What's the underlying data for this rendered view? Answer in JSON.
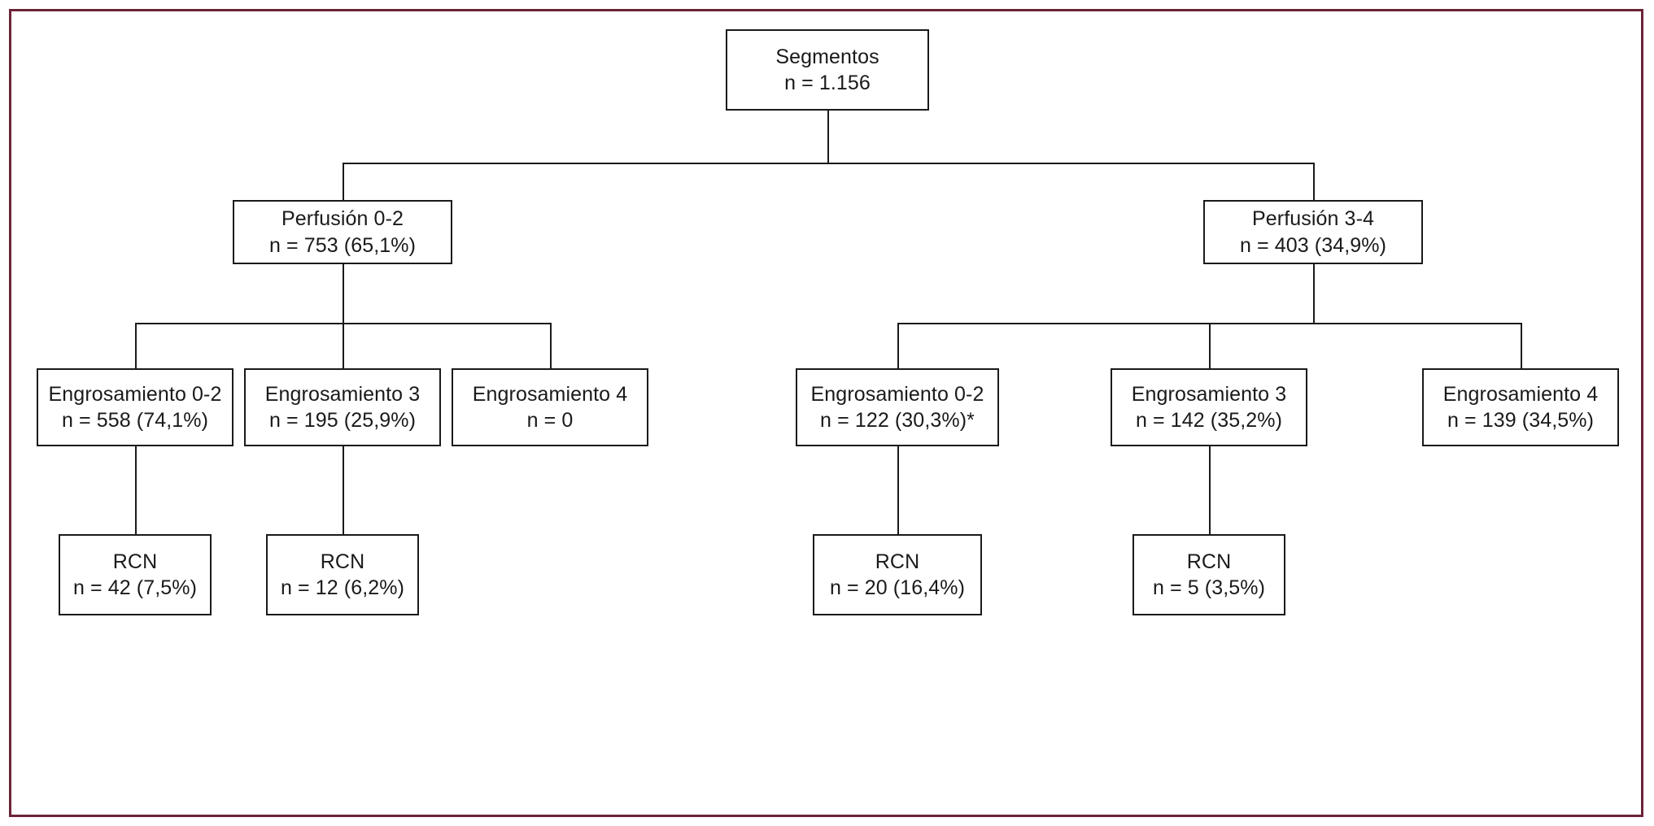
{
  "diagram": {
    "title": "Segmentos flow diagram",
    "border_color": "#6b2437",
    "line_color": "#1a1a1a",
    "background": "#ffffff",
    "levels": [
      {
        "name": "root",
        "nodes": [
          {
            "id": "segmentos",
            "line1": "Segmentos",
            "line2": "n = 1.156"
          }
        ]
      },
      {
        "name": "perfusion",
        "nodes": [
          {
            "id": "perf-0-2",
            "line1": "Perfusión 0-2",
            "line2": "n = 753 (65,1%)"
          },
          {
            "id": "perf-3-4",
            "line1": "Perfusión 3-4",
            "line2": "n = 403 (34,9%)"
          }
        ]
      },
      {
        "name": "engrosamiento",
        "nodes": [
          {
            "id": "eng-left-0-2",
            "line1": "Engrosamiento 0-2",
            "line2": "n = 558 (74,1%)"
          },
          {
            "id": "eng-left-3",
            "line1": "Engrosamiento 3",
            "line2": "n = 195 (25,9%)"
          },
          {
            "id": "eng-left-4",
            "line1": "Engrosamiento 4",
            "line2": "n = 0"
          },
          {
            "id": "eng-right-0-2",
            "line1": "Engrosamiento 0-2",
            "line2": "n = 122 (30,3%)*"
          },
          {
            "id": "eng-right-3",
            "line1": "Engrosamiento 3",
            "line2": "n = 142 (35,2%)"
          },
          {
            "id": "eng-right-4",
            "line1": "Engrosamiento 4",
            "line2": "n = 139 (34,5%)"
          }
        ]
      },
      {
        "name": "rcn",
        "nodes": [
          {
            "id": "rcn-1",
            "line1": "RCN",
            "line2": "n = 42 (7,5%)"
          },
          {
            "id": "rcn-2",
            "line1": "RCN",
            "line2": "n = 12 (6,2%)"
          },
          {
            "id": "rcn-3",
            "line1": "RCN",
            "line2": "n = 20 (16,4%)"
          },
          {
            "id": "rcn-4",
            "line1": "RCN",
            "line2": "n = 5 (3,5%)"
          }
        ]
      }
    ]
  },
  "chart_data": {
    "type": "diagram",
    "title": "Segmentos",
    "root": {
      "label": "Segmentos",
      "n": 1156,
      "n_text": "n = 1.156"
    },
    "nodes": [
      {
        "label": "Segmentos",
        "n": 1156,
        "percent": null,
        "parent": null,
        "level": 0
      },
      {
        "label": "Perfusión 0-2",
        "n": 753,
        "percent": 65.1,
        "parent": "Segmentos",
        "level": 1
      },
      {
        "label": "Perfusión 3-4",
        "n": 403,
        "percent": 34.9,
        "parent": "Segmentos",
        "level": 1
      },
      {
        "label": "Engrosamiento 0-2",
        "n": 558,
        "percent": 74.1,
        "parent": "Perfusión 0-2",
        "level": 2
      },
      {
        "label": "Engrosamiento 3",
        "n": 195,
        "percent": 25.9,
        "parent": "Perfusión 0-2",
        "level": 2
      },
      {
        "label": "Engrosamiento 4",
        "n": 0,
        "percent": null,
        "parent": "Perfusión 0-2",
        "level": 2
      },
      {
        "label": "Engrosamiento 0-2",
        "n": 122,
        "percent": 30.3,
        "parent": "Perfusión 3-4",
        "level": 2,
        "note": "*"
      },
      {
        "label": "Engrosamiento 3",
        "n": 142,
        "percent": 35.2,
        "parent": "Perfusión 3-4",
        "level": 2
      },
      {
        "label": "Engrosamiento 4",
        "n": 139,
        "percent": 34.5,
        "parent": "Perfusión 3-4",
        "level": 2
      },
      {
        "label": "RCN",
        "n": 42,
        "percent": 7.5,
        "parent": "Engrosamiento 0-2 (Perfusión 0-2)",
        "level": 3
      },
      {
        "label": "RCN",
        "n": 12,
        "percent": 6.2,
        "parent": "Engrosamiento 3 (Perfusión 0-2)",
        "level": 3
      },
      {
        "label": "RCN",
        "n": 20,
        "percent": 16.4,
        "parent": "Engrosamiento 0-2 (Perfusión 3-4)",
        "level": 3
      },
      {
        "label": "RCN",
        "n": 5,
        "percent": 3.5,
        "parent": "Engrosamiento 3 (Perfusión 3-4)",
        "level": 3
      }
    ]
  }
}
